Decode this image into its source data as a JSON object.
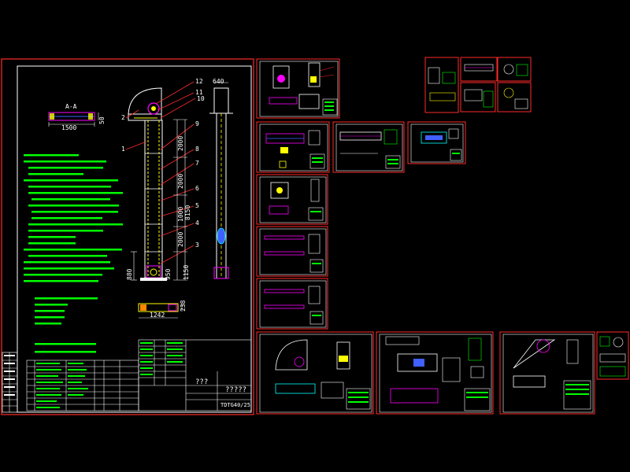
{
  "main_sheet": {
    "section_label": "A-A",
    "dim_width_top": "1500",
    "dim_small_top": "50",
    "dim_top_640": "640",
    "dim_overall": "8150",
    "dim_2000_a": "2000",
    "dim_2000_b": "2000",
    "dim_2000_c": "2000",
    "dim_1000": "1000",
    "dim_880": "880",
    "dim_950": "950",
    "dim_1150": "1150",
    "dim_bottom_1242": "1242",
    "dim_bottom_small": "238",
    "callouts": [
      "12",
      "11",
      "10",
      "9",
      "8",
      "7",
      "6",
      "5",
      "4",
      "3",
      "2",
      "1"
    ],
    "title_block": {
      "name": "???",
      "number": "?????",
      "code": "TDTG40/25"
    }
  },
  "colors": {
    "border": "#ff2a2a",
    "frame": "#ffffff",
    "text_note": "#00ff00",
    "dim": "#ffffff",
    "part_yellow": "#ffff00",
    "part_magenta": "#ff00ff",
    "part_cyan": "#00ffff",
    "part_blue": "#4060ff"
  }
}
